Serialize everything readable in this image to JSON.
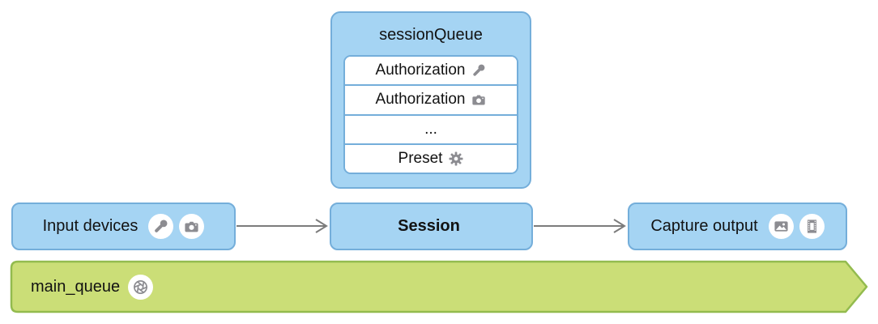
{
  "colors": {
    "node_fill": "#a5d4f3",
    "node_border": "#74aeda",
    "banner_fill": "#cbde77",
    "banner_border": "#93bb4e",
    "arrow": "#7c7c7c",
    "icon_gray": "#8c8c91"
  },
  "session_queue": {
    "title": "sessionQueue",
    "rows": [
      {
        "label": "Authorization",
        "icon": "microphone-icon"
      },
      {
        "label": "Authorization",
        "icon": "camera-icon"
      },
      {
        "label": "...",
        "icon": ""
      },
      {
        "label": "Preset",
        "icon": "gear-icon"
      }
    ]
  },
  "flow": {
    "input_devices": {
      "label": "Input devices",
      "icons": [
        "microphone-icon",
        "camera-icon"
      ]
    },
    "session": {
      "label": "Session"
    },
    "capture_output": {
      "label": "Capture output",
      "icons": [
        "photo-icon",
        "film-icon"
      ]
    }
  },
  "main_queue": {
    "label": "main_queue",
    "icon": "aperture-icon"
  }
}
